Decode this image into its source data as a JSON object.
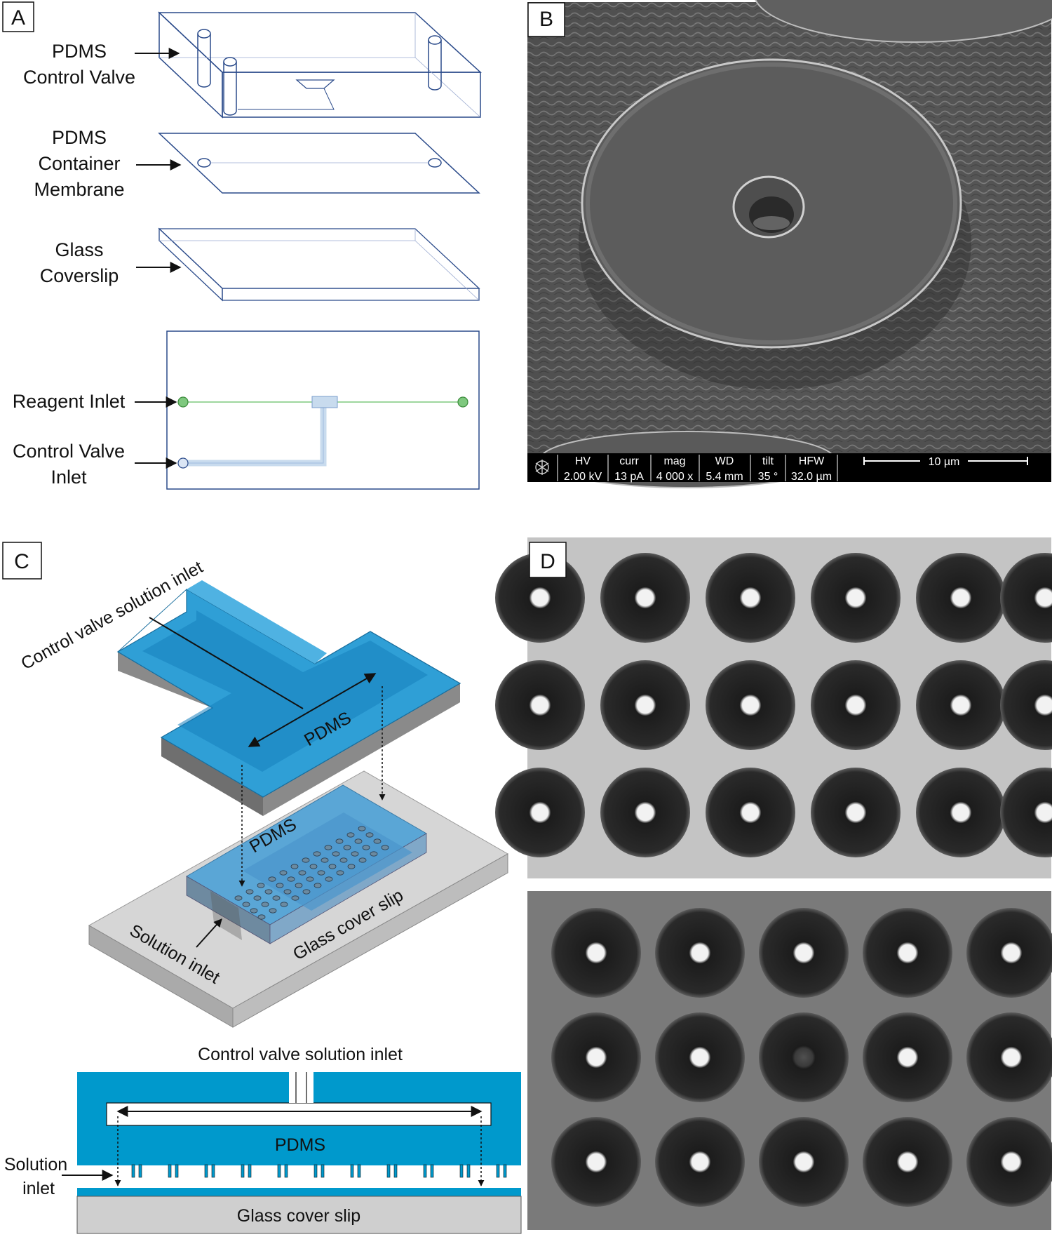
{
  "panels": {
    "a": {
      "letter": "A",
      "labels": {
        "pdms_control_valve_1": "PDMS",
        "pdms_control_valve_2": "Control Valve",
        "pdms_container_1": "PDMS",
        "pdms_container_2": "Container",
        "pdms_container_3": "Membrane",
        "glass_1": "Glass",
        "glass_2": "Coverslip",
        "reagent_inlet": "Reagent Inlet",
        "cv_inlet_1": "Control Valve",
        "cv_inlet_2": "Inlet"
      }
    },
    "b": {
      "letter": "B",
      "databar": {
        "headers": [
          "HV",
          "curr",
          "mag",
          "WD",
          "tilt",
          "HFW"
        ],
        "values": [
          "2.00 kV",
          "13 pA",
          "4 000 x",
          "5.4 mm",
          "35 °",
          "32.0 µm"
        ],
        "scale": "10 µm"
      }
    },
    "c": {
      "letter": "C",
      "labels": {
        "top_inlet": "Control valve solution inlet",
        "pdms_top": "PDMS",
        "pdms_mid": "PDMS",
        "glass_slip": "Glass cover slip",
        "solution_inlet": "Solution inlet",
        "cs_top_inlet": "Control valve solution inlet",
        "cs_pdms": "PDMS",
        "cs_solution_1": "Solution",
        "cs_solution_2": "inlet",
        "cs_glass": "Glass cover slip"
      }
    },
    "d": {
      "letter": "D",
      "top_grid": {
        "rows": 3,
        "cols": 5,
        "dark_centers": []
      },
      "bottom_grid": {
        "rows": 3,
        "cols": 5,
        "dark_centers": [
          [
            1,
            2
          ]
        ]
      }
    }
  },
  "colors": {
    "outline": "#2a4a8a",
    "channel_green": "#7ec87e",
    "channel_blue": "#c8dbee",
    "pdms_blue": "#0099cc",
    "glass_grey": "#cfcfcf"
  }
}
